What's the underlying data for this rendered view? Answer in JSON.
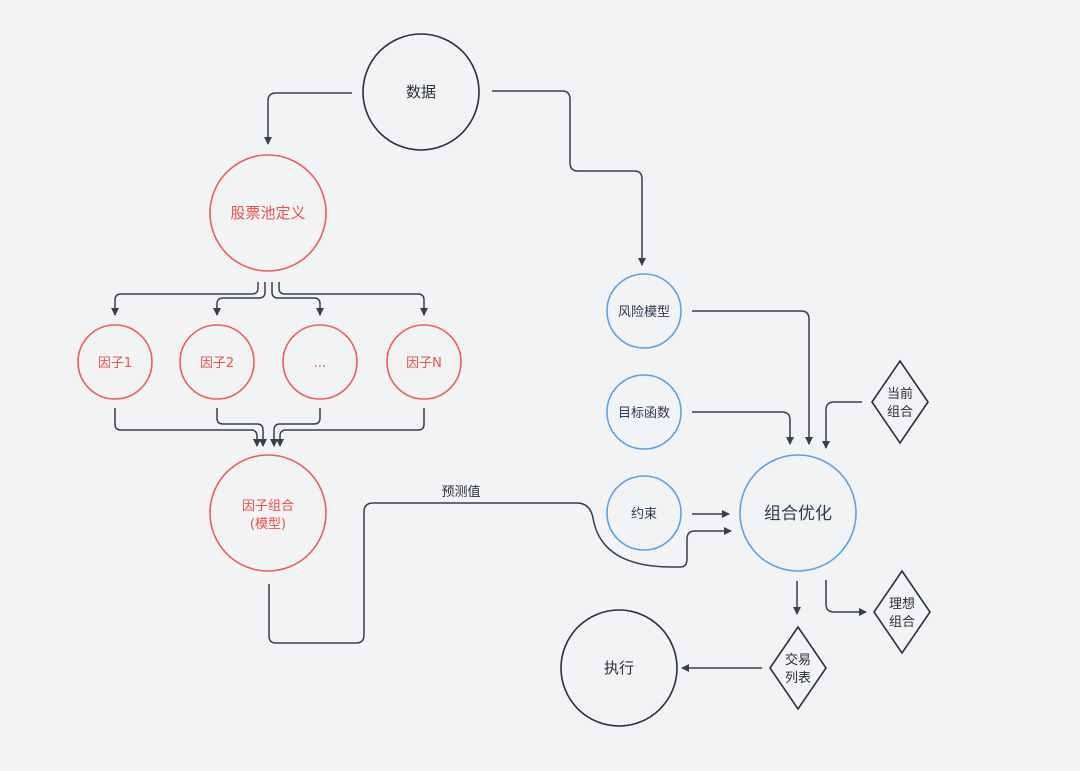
{
  "nodes": {
    "data": {
      "label": "数据"
    },
    "stock_pool": {
      "label": "股票池定义"
    },
    "factor_1": {
      "label": "因子1"
    },
    "factor_2": {
      "label": "因子2"
    },
    "factor_etc": {
      "label": "..."
    },
    "factor_n": {
      "label": "因子N"
    },
    "factor_combo": {
      "label": "因子组合",
      "sublabel": "(模型)"
    },
    "risk_model": {
      "label": "风险模型"
    },
    "objective": {
      "label": "目标函数"
    },
    "constraint": {
      "label": "约束"
    },
    "portfolio_opt": {
      "label": "组合优化"
    },
    "current_portfolio": {
      "line1": "当前",
      "line2": "组合"
    },
    "ideal_portfolio": {
      "line1": "理想",
      "line2": "组合"
    },
    "trade_list": {
      "line1": "交易",
      "line2": "列表"
    },
    "execute": {
      "label": "执行"
    }
  },
  "edge_labels": {
    "prediction": "预测值"
  },
  "colors": {
    "dark": "#2b2f36",
    "red": "#ec5e5e",
    "blue": "#5aa2e6",
    "background": "#f2f3f5"
  }
}
